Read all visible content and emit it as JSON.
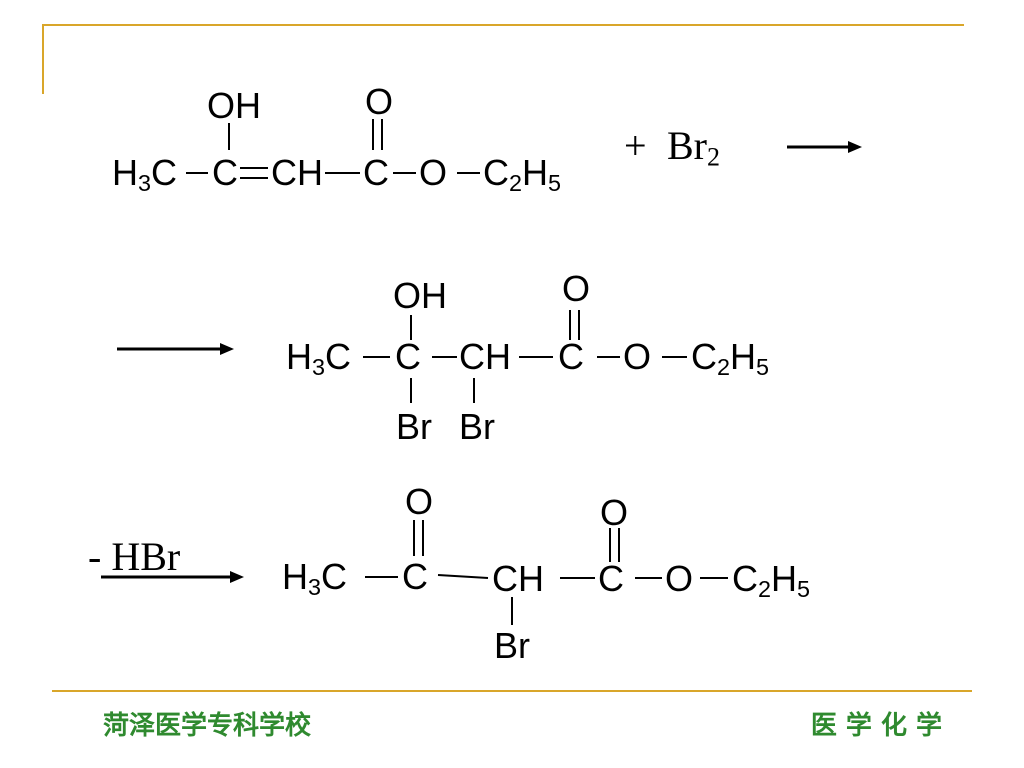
{
  "reaction1": {
    "substituent_oh": "OH",
    "carbonyl_o": "O",
    "h3c": "H",
    "h3c_sub": "3",
    "h3c_tail": "C",
    "c_enol": "C",
    "ch": "CH",
    "c_ester": "C",
    "o_link": "O",
    "ethyl_c": "C",
    "ethyl_c_sub": "2",
    "ethyl_h": "H",
    "ethyl_h_sub": "5",
    "plus": "+",
    "reagent": "Br",
    "reagent_sub": "2"
  },
  "reaction2": {
    "substituent_oh": "OH",
    "carbonyl_o": "O",
    "h3c": "H",
    "h3c_sub": "3",
    "h3c_tail": "C",
    "c_alpha": "C",
    "ch": "CH",
    "c_ester": "C",
    "o_link": "O",
    "ethyl_c": "C",
    "ethyl_c_sub": "2",
    "ethyl_h": "H",
    "ethyl_h_sub": "5",
    "br1": "Br",
    "br2": "Br"
  },
  "reaction3": {
    "arrow_label": "- HBr",
    "ketone_o": "O",
    "carbonyl_o": "O",
    "h3c": "H",
    "h3c_sub": "3",
    "h3c_tail": "C",
    "c_ketone": "C",
    "ch": "CH",
    "c_ester": "C",
    "o_link": "O",
    "ethyl_c": "C",
    "ethyl_c_sub": "2",
    "ethyl_h": "H",
    "ethyl_h_sub": "5",
    "br": "Br"
  },
  "footer": {
    "school": "菏泽医学专科学校",
    "course": "医 学 化 学"
  },
  "colors": {
    "accent_line": "#d9a62a",
    "footer_text": "#2f8a2f"
  }
}
